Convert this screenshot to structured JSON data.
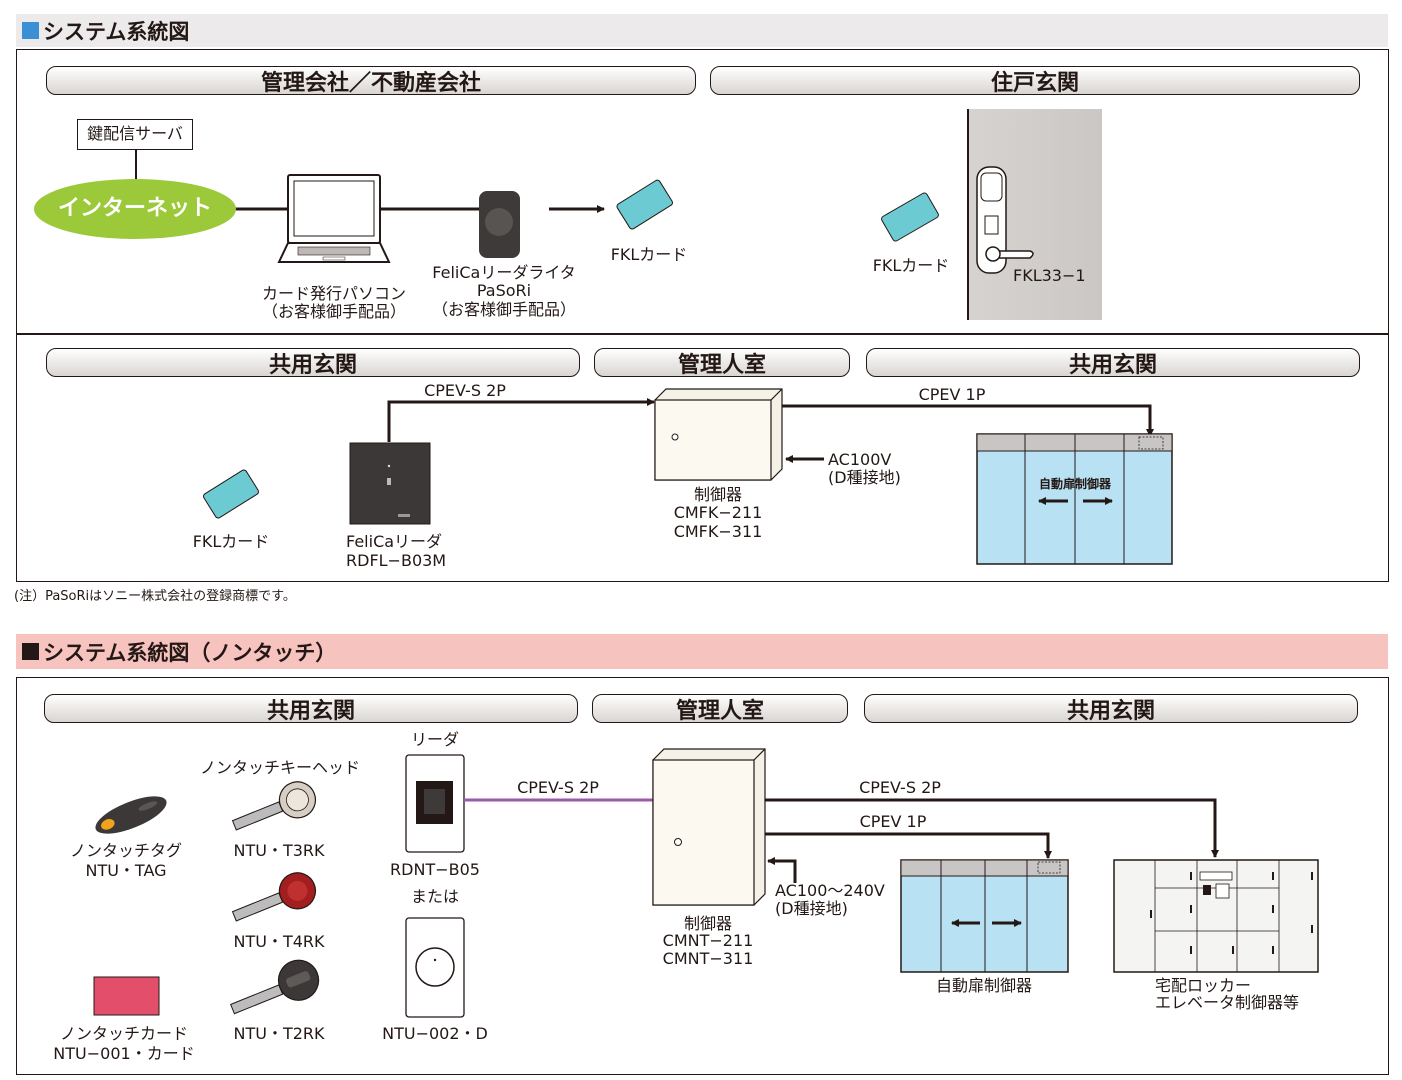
{
  "section1": {
    "title": "システム系統図",
    "accent": "#3b8fd4",
    "header_bg": "#eceaea",
    "row1": {
      "zone_left": "管理会社／不動産会社",
      "zone_right": "住戸玄関",
      "server": "鍵配信サーバ",
      "internet": "インターネット",
      "pc_line1": "カード発行パソコン",
      "pc_line2": "（お客様御手配品）",
      "reader_line1": "FeliCaリーダライタ",
      "reader_line2": "PaSoRi",
      "reader_line3": "（お客様御手配品）",
      "card1": "FKLカード",
      "card2": "FKLカード",
      "lock": "FKL33−1"
    },
    "row2": {
      "zone_left": "共用玄関",
      "zone_mid": "管理人室",
      "zone_right": "共用玄関",
      "cable1": "CPEV-S 2P",
      "cable2": "CPEV 1P",
      "card": "FKLカード",
      "reader_line1": "FeliCaリーダ",
      "reader_line2": "RDFL−B03M",
      "ctrl_line1": "制御器",
      "ctrl_line2": "CMFK−211",
      "ctrl_line3": "CMFK−311",
      "power_line1": "AC100V",
      "power_line2": "(D種接地)",
      "door_label": "自動扉制御器"
    },
    "note": "(注）PaSoRiはソニー株式会社の登録商標です。"
  },
  "section2": {
    "title": "システム系統図（ノンタッチ）",
    "header_bg": "#f6c3bf",
    "zone_left": "共用玄関",
    "zone_mid": "管理人室",
    "zone_right": "共用玄関",
    "keyhead_title": "ノンタッチキーヘッド",
    "tag_line1": "ノンタッチタグ",
    "tag_line2": "NTU・TAG",
    "key1": "NTU・T3RK",
    "key2": "NTU・T4RK",
    "key3": "NTU・T2RK",
    "card_line1": "ノンタッチカード",
    "card_line2": "NTU−001・カード",
    "reader_title": "リーダ",
    "reader1": "RDNT−B05",
    "or": "または",
    "reader2": "NTU−002・D",
    "cable1": "CPEV-S 2P",
    "cable2": "CPEV-S 2P",
    "cable3": "CPEV 1P",
    "ctrl_line1": "制御器",
    "ctrl_line2": "CMNT−211",
    "ctrl_line3": "CMNT−311",
    "power_line1": "AC100〜240V",
    "power_line2": "(D種接地)",
    "door_label": "自動扉制御器",
    "locker_line1": "宅配ロッカー",
    "locker_line2": "エレベータ制御器等"
  },
  "colors": {
    "internet": "#9cc93a",
    "card": "#6ccbd2",
    "door_glass": "#b9e1f4",
    "purple_cable": "#9b5aa8",
    "tag_red": "#e34f6b",
    "key_red": "#a31e1e"
  }
}
